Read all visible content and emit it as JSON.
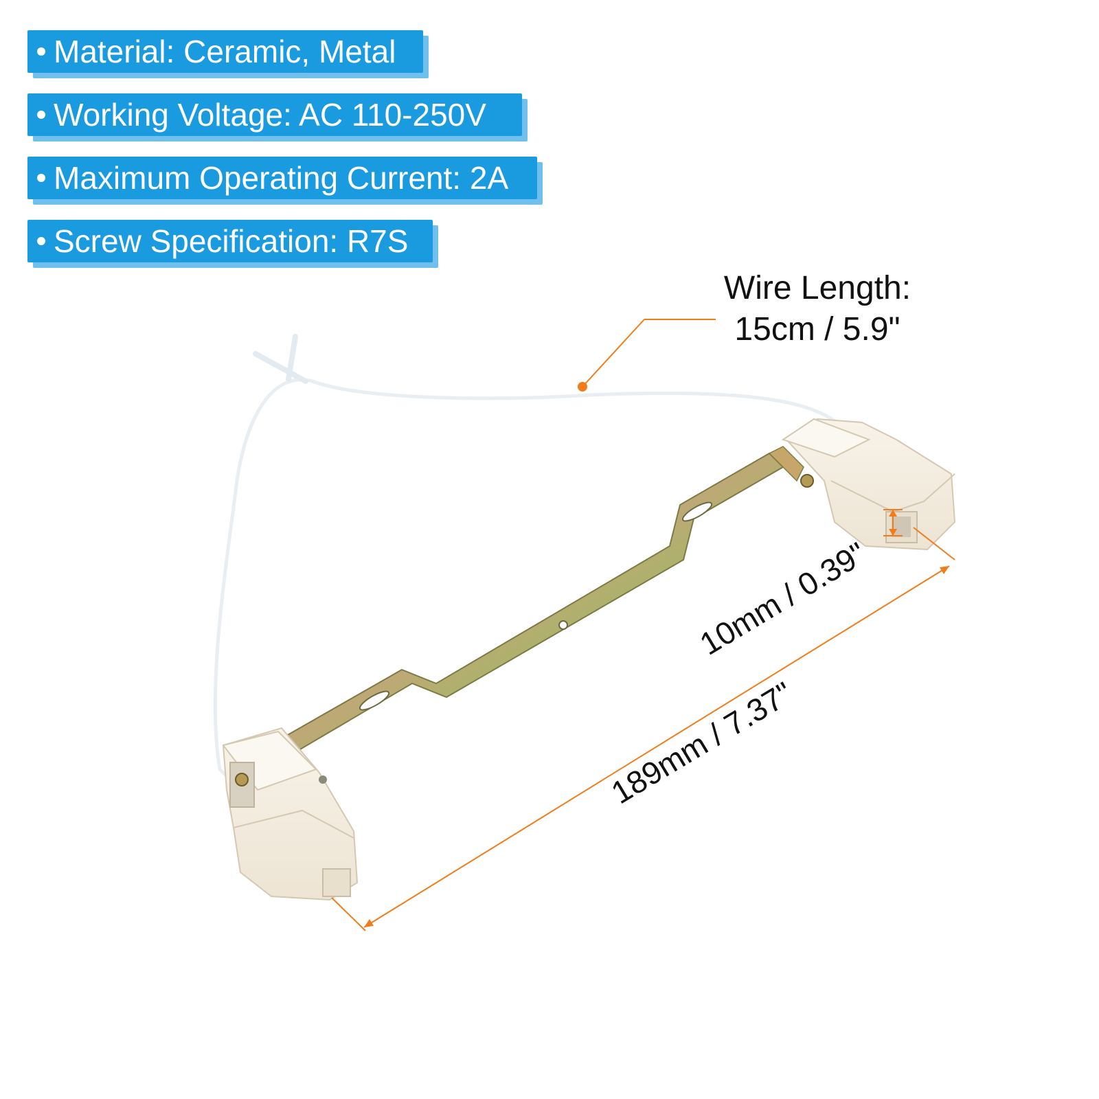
{
  "specs": [
    {
      "label": "Material: Ceramic, Metal"
    },
    {
      "label": "Working Voltage: AC 110-250V"
    },
    {
      "label": "Maximum Operating Current: 2A"
    },
    {
      "label": "Screw Specification: R7S"
    }
  ],
  "wire": {
    "line1": "Wire Length:",
    "line2": "15cm / 5.9\""
  },
  "dimensions": {
    "slot": "10mm / 0.39\"",
    "length": "189mm / 7.37\""
  },
  "colors": {
    "badge": "#1a9be0",
    "badge_shadow": "#6fc0ec",
    "annotation": "#f07d1a",
    "ceramic": "#f3ecdf",
    "bracket": "#b9b56a"
  }
}
